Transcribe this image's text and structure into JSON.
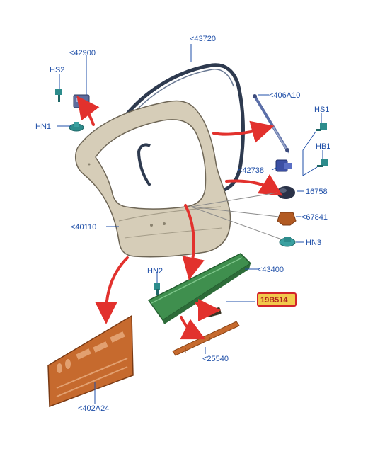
{
  "colors": {
    "label": "#1f4fa8",
    "arrow": "#e2312d",
    "panel": "#d6cdb8",
    "spoiler": "#3f8f4e",
    "seal": "#2e3a4f",
    "trim": "#c66a2e",
    "highlight_fill": "#f2c94c",
    "highlight_border": "#d2232a"
  },
  "parts": {
    "p43720": "<43720",
    "p42900": "<42900",
    "hs2": "HS2",
    "hn1": "HN1",
    "p406a10": "<406A10",
    "hs1": "HS1",
    "hb1": "HB1",
    "p42738": "<42738",
    "p16758": "16758",
    "p67841": "<67841",
    "hn3": "HN3",
    "p40110": "<40110",
    "hn2": "HN2",
    "p43400": "<43400",
    "p19b514": "19B514",
    "p25540": "<25540",
    "p402a24": "<402A24"
  }
}
